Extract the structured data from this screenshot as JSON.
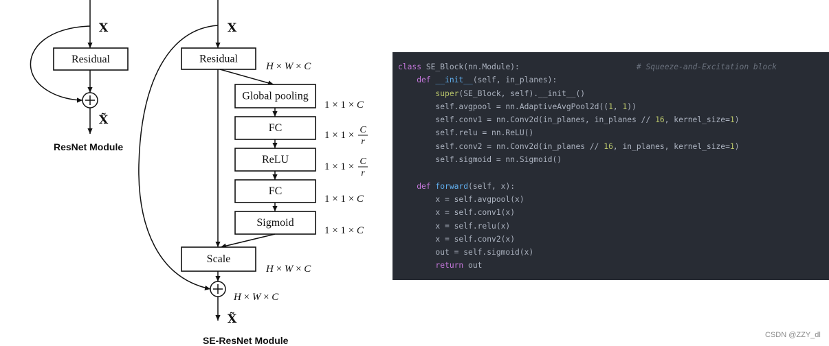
{
  "resnet_module": {
    "input_label": "X",
    "block_label": "Residual",
    "output_label": "X̃",
    "caption": "ResNet Module"
  },
  "se_resnet_module": {
    "input_label": "X",
    "residual_label": "Residual",
    "residual_shape": "H × W × C",
    "blocks": [
      {
        "label": "Global pooling",
        "shape": "1 × 1 × C"
      },
      {
        "label": "FC",
        "shape_prefix": "1 × 1 ×",
        "shape_numerator": "C",
        "shape_denominator": "r"
      },
      {
        "label": "ReLU",
        "shape_prefix": "1 × 1 ×",
        "shape_numerator": "C",
        "shape_denominator": "r"
      },
      {
        "label": "FC",
        "shape": "1 × 1 × C"
      },
      {
        "label": "Sigmoid",
        "shape": "1 × 1 × C"
      }
    ],
    "scale_label": "Scale",
    "scale_shape": "H × W × C",
    "sum_shape": "H × W × C",
    "output_label": "X̃",
    "caption": "SE-ResNet Module"
  },
  "syntax_colors": {
    "background": "#282c34",
    "plain": "#abb2bf",
    "keyword": "#c678dd",
    "function": "#61afef",
    "builtin": "#b8c46a",
    "number": "#b8c46a",
    "comment": "#6a717d"
  },
  "code": {
    "lines": [
      [
        {
          "keyword": "class"
        },
        {
          "plain": " SE_Block(nn.Module):                         "
        },
        {
          "comment": "# Squeeze-and-Excitation block"
        }
      ],
      [
        {
          "keyword": "    def"
        },
        {
          "function": " __init__"
        },
        {
          "plain": "(self, in_planes):"
        }
      ],
      [
        {
          "builtin": "        super"
        },
        {
          "plain": "(SE_Block, self).__init__()"
        }
      ],
      [
        {
          "plain": "        self.avgpool = nn.AdaptiveAvgPool2d(("
        },
        {
          "number": "1"
        },
        {
          "plain": ", "
        },
        {
          "number": "1"
        },
        {
          "plain": "))"
        }
      ],
      [
        {
          "plain": "        self.conv1 = nn.Conv2d(in_planes, in_planes // "
        },
        {
          "number": "16"
        },
        {
          "plain": ", kernel_size="
        },
        {
          "number": "1"
        },
        {
          "plain": ")"
        }
      ],
      [
        {
          "plain": "        self.relu = nn.ReLU()"
        }
      ],
      [
        {
          "plain": "        self.conv2 = nn.Conv2d(in_planes // "
        },
        {
          "number": "16"
        },
        {
          "plain": ", in_planes, kernel_size="
        },
        {
          "number": "1"
        },
        {
          "plain": ")"
        }
      ],
      [
        {
          "plain": "        self.sigmoid = nn.Sigmoid()"
        }
      ],
      [],
      [
        {
          "keyword": "    def"
        },
        {
          "function": " forward"
        },
        {
          "plain": "(self, x):"
        }
      ],
      [
        {
          "plain": "        x = self.avgpool(x)"
        }
      ],
      [
        {
          "plain": "        x = self.conv1(x)"
        }
      ],
      [
        {
          "plain": "        x = self.relu(x)"
        }
      ],
      [
        {
          "plain": "        x = self.conv2(x)"
        }
      ],
      [
        {
          "plain": "        out = self.sigmoid(x)"
        }
      ],
      [
        {
          "keyword": "        return"
        },
        {
          "plain": " out"
        }
      ]
    ]
  },
  "watermark": "CSDN @ZZY_dl"
}
